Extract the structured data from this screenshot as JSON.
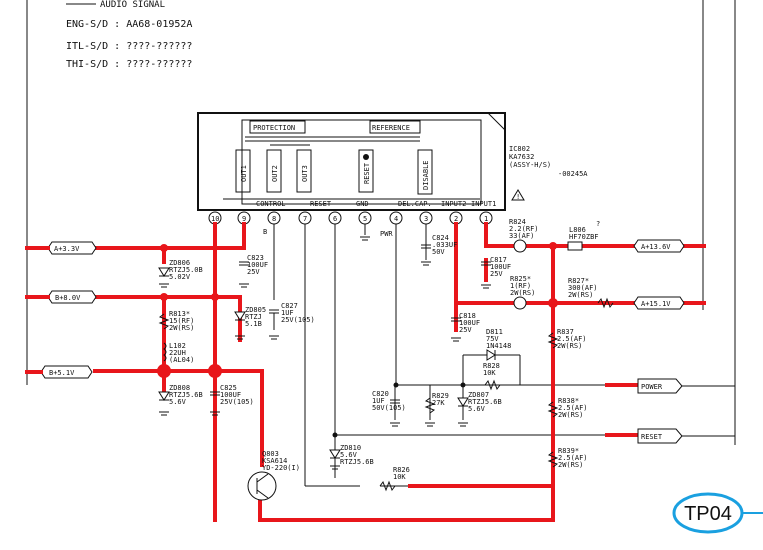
{
  "header": {
    "signal": "AUDIO SIGNAL",
    "eng": "ENG-S/D : AA68-01952A",
    "itl": "ITL-S/D : ????-??????",
    "thi": "THI-S/D : ????-??????"
  },
  "ic": {
    "ref": "IC802",
    "part": "KA7632",
    "assy": "(ASSY-H/S)",
    "suffix": "-00245A",
    "box_protection": "PROTECTION",
    "box_reference": "REFERENCE",
    "blocks": [
      "OUT1",
      "OUT2",
      "OUT3",
      "RESET",
      "DISABLE"
    ],
    "pin_labels": [
      "CONTROL",
      "RESET",
      "GND",
      "DEL.CAP.",
      "INPUT2",
      "INPUT1"
    ],
    "pins": [
      "10",
      "9",
      "8",
      "7",
      "6",
      "5",
      "4",
      "3",
      "2",
      "1"
    ]
  },
  "rails": {
    "left_33": "A+3.3V",
    "left_8": "B+8.0V",
    "left_5": "B+5.1V",
    "right_136": "A+13.6V",
    "right_151": "A+15.1V",
    "power": "POWER",
    "reset": "RESET"
  },
  "components": {
    "zd806": "ZD806\nRTZJ5.0B\n5.02V",
    "r813": "R813*\n15(RF)\n2W(RS)",
    "l102": "L102\n22UH\n(AL04)",
    "zd808": "ZD808\nRTZJ5.6B\n5.6V",
    "c823": "C823\n100UF\n25V",
    "c825": "C825\n100UF\n25V(105)",
    "zd805": "ZD805\nRTZJ\n5.1B",
    "c827": "C827\n1UF\n25V(105)",
    "pin8_b": "B",
    "pwr": "PWR",
    "c824": "C824\n.033UF\n50V",
    "r824": "R824\n2.2(RF)\n33(AF)",
    "l806": "L806\nHF70ZBF",
    "q": "?",
    "c817": "C817\n100UF\n25V",
    "r825": "R825*\n1(RF)\n2W(RS)",
    "r827": "R827*\n300(AF)\n2W(RS)",
    "c818": "C818\n100UF\n25V",
    "r837": "R837\n2.5(AF)\n2W(RS)",
    "d811": "D811\n75V\n1N4148",
    "r828": "R828\n10K",
    "c820": "C820\n1UF\n50V(105)",
    "r829": "R829\n27K",
    "zd807": "ZD807\nRTZJ5.6B\n5.6V",
    "r838": "R838*\n2.5(AF)\n2W(RS)",
    "r839": "R839*\n2.5(AF)\n2W(RS)",
    "zd810": "ZD810\n5.6V\nRTZJ5.6B",
    "r826": "R826\n10K",
    "q803": "Q803\nKSA614\nYD-220(I)"
  },
  "badge": "TP04"
}
